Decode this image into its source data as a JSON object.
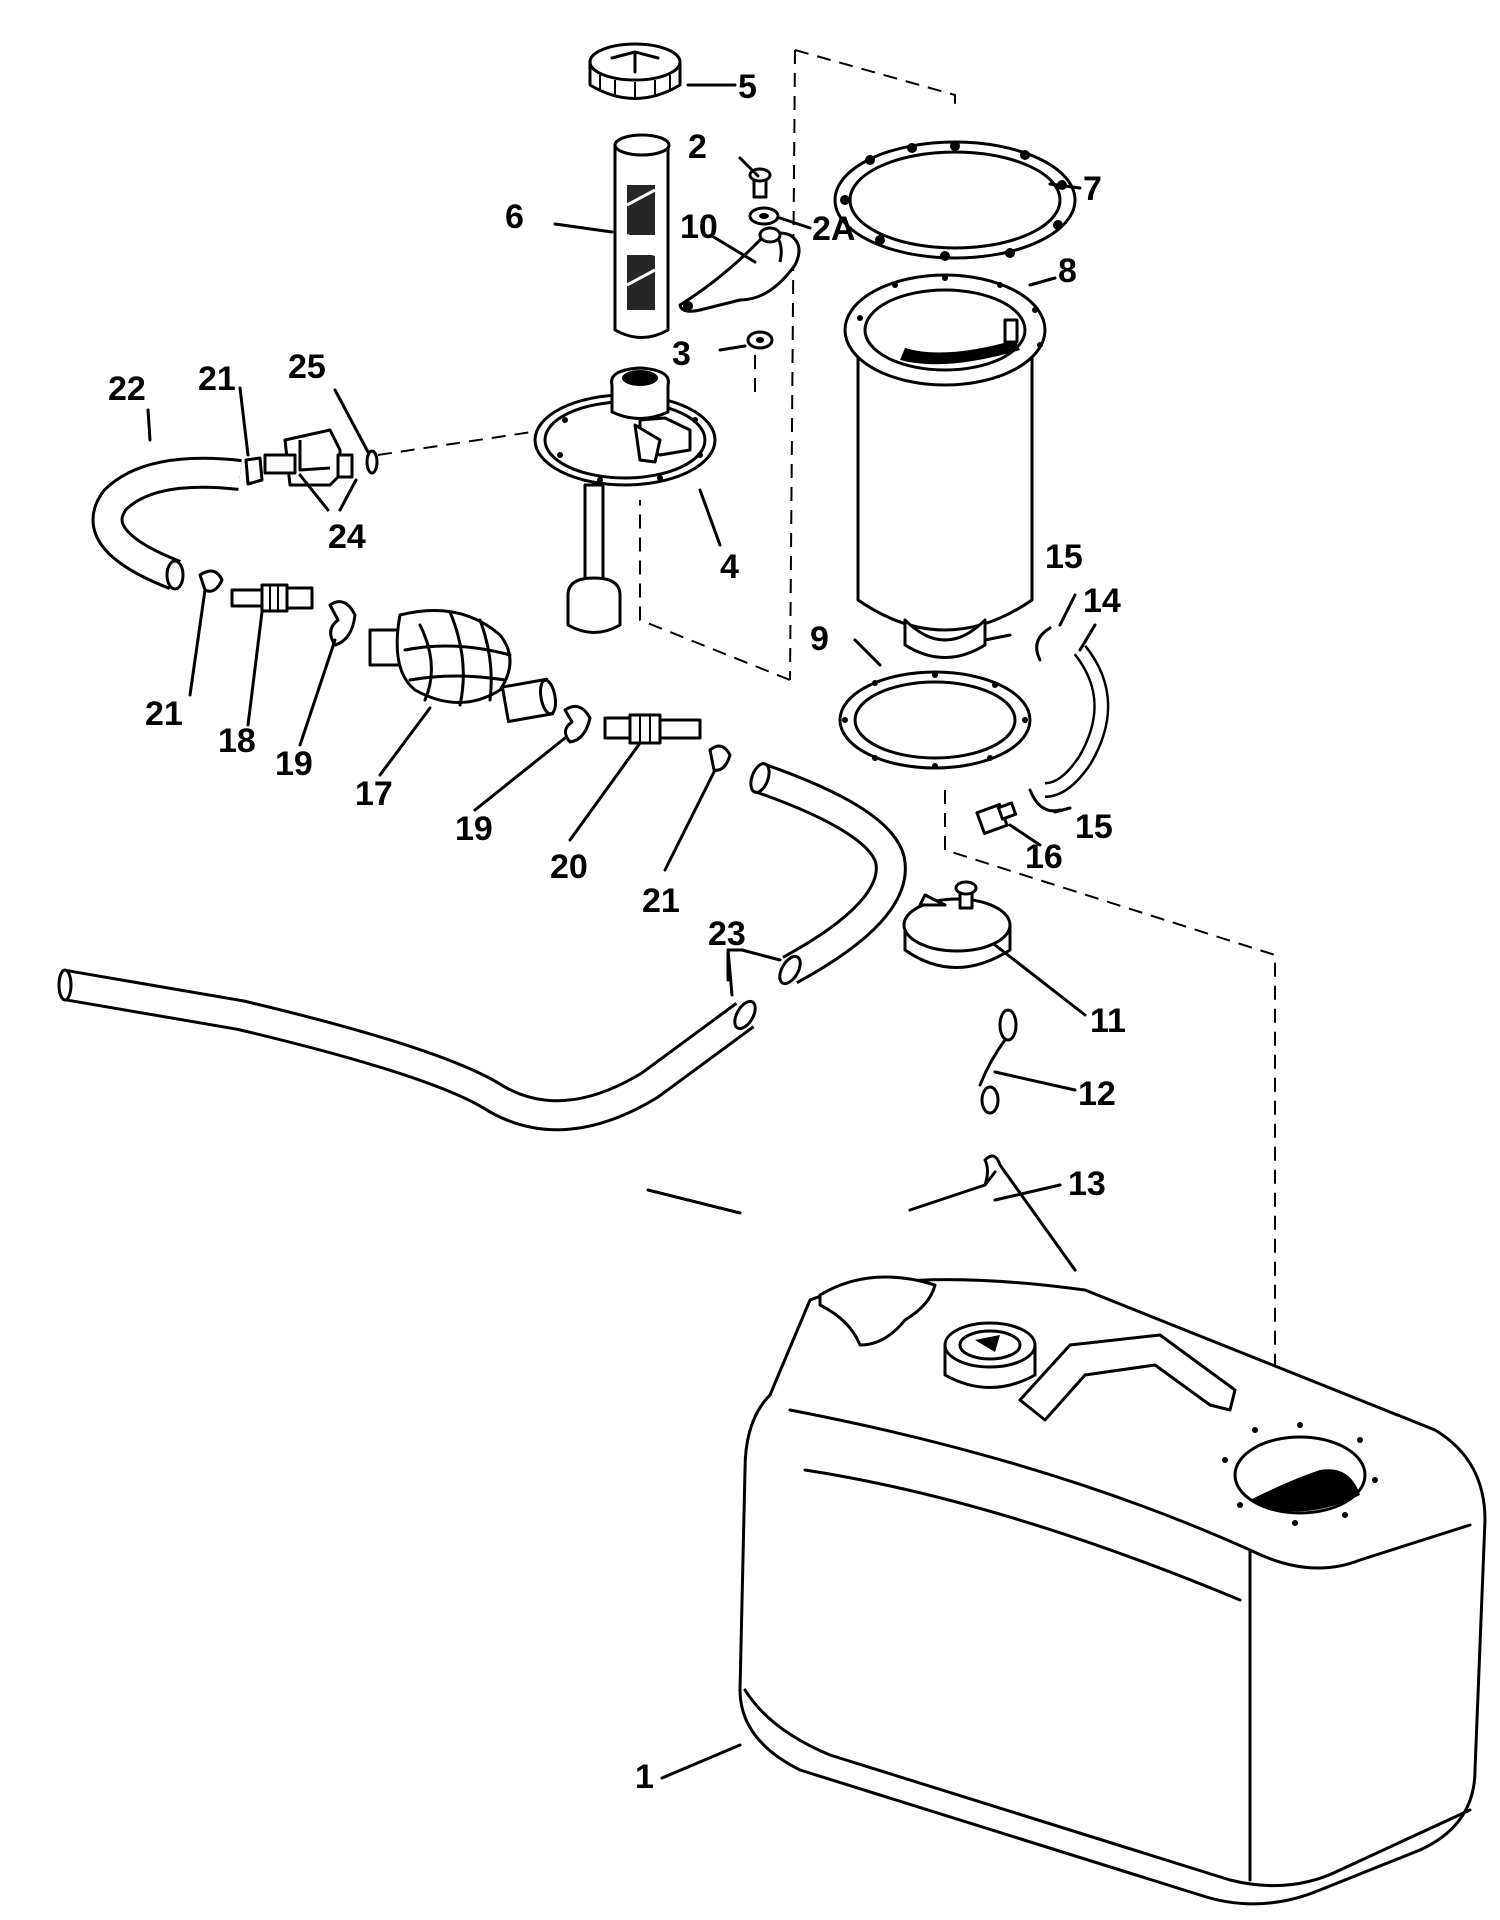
{
  "diagram": {
    "callouts": {
      "c1": "1",
      "c2": "2",
      "c2a": "2A",
      "c3": "3",
      "c4": "4",
      "c5": "5",
      "c6": "6",
      "c7": "7",
      "c8": "8",
      "c9": "9",
      "c10": "10",
      "c11": "11",
      "c12": "12",
      "c13": "13",
      "c14": "14",
      "c15a": "15",
      "c15b": "15",
      "c16": "16",
      "c17": "17",
      "c18": "18",
      "c19a": "19",
      "c19b": "19",
      "c20": "20",
      "c21a": "21",
      "c21b": "21",
      "c21c": "21",
      "c22": "22",
      "c23": "23",
      "c24": "24",
      "c25": "25"
    }
  }
}
